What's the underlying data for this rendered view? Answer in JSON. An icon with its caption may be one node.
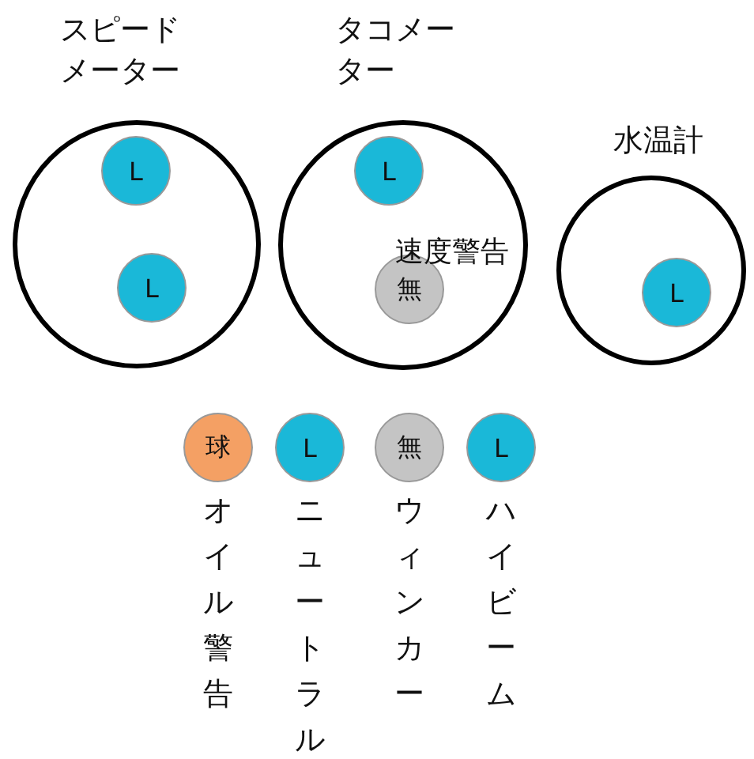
{
  "diagram": {
    "nodes": [
      {
        "text": [
          "スピードメーター"
        ]
      },
      {
        "text": [
          "L"
        ],
        "in": 0
      },
      {
        "text": [
          "L"
        ],
        "in": 0
      },
      {
        "text": [
          "タコメーター"
        ]
      },
      {
        "text": [
          "L"
        ],
        "in": 3
      },
      {
        "text": [
          "無"
        ],
        "in": 3,
        "beside": [
          "速度警告"
        ]
      },
      {
        "text": [
          "水温計"
        ]
      },
      {
        "text": [
          "L"
        ],
        "in": 6
      },
      {
        "text": [
          "球"
        ],
        "beside": [
          "オイル警告"
        ]
      },
      {
        "text": [
          "L"
        ],
        "beside": [
          "ニュートラル"
        ]
      },
      {
        "text": [
          "無"
        ],
        "beside": [
          "ウィンカー"
        ]
      },
      {
        "text": [
          "L"
        ],
        "beside": [
          "ハイビーム"
        ]
      }
    ],
    "edges": []
  }
}
